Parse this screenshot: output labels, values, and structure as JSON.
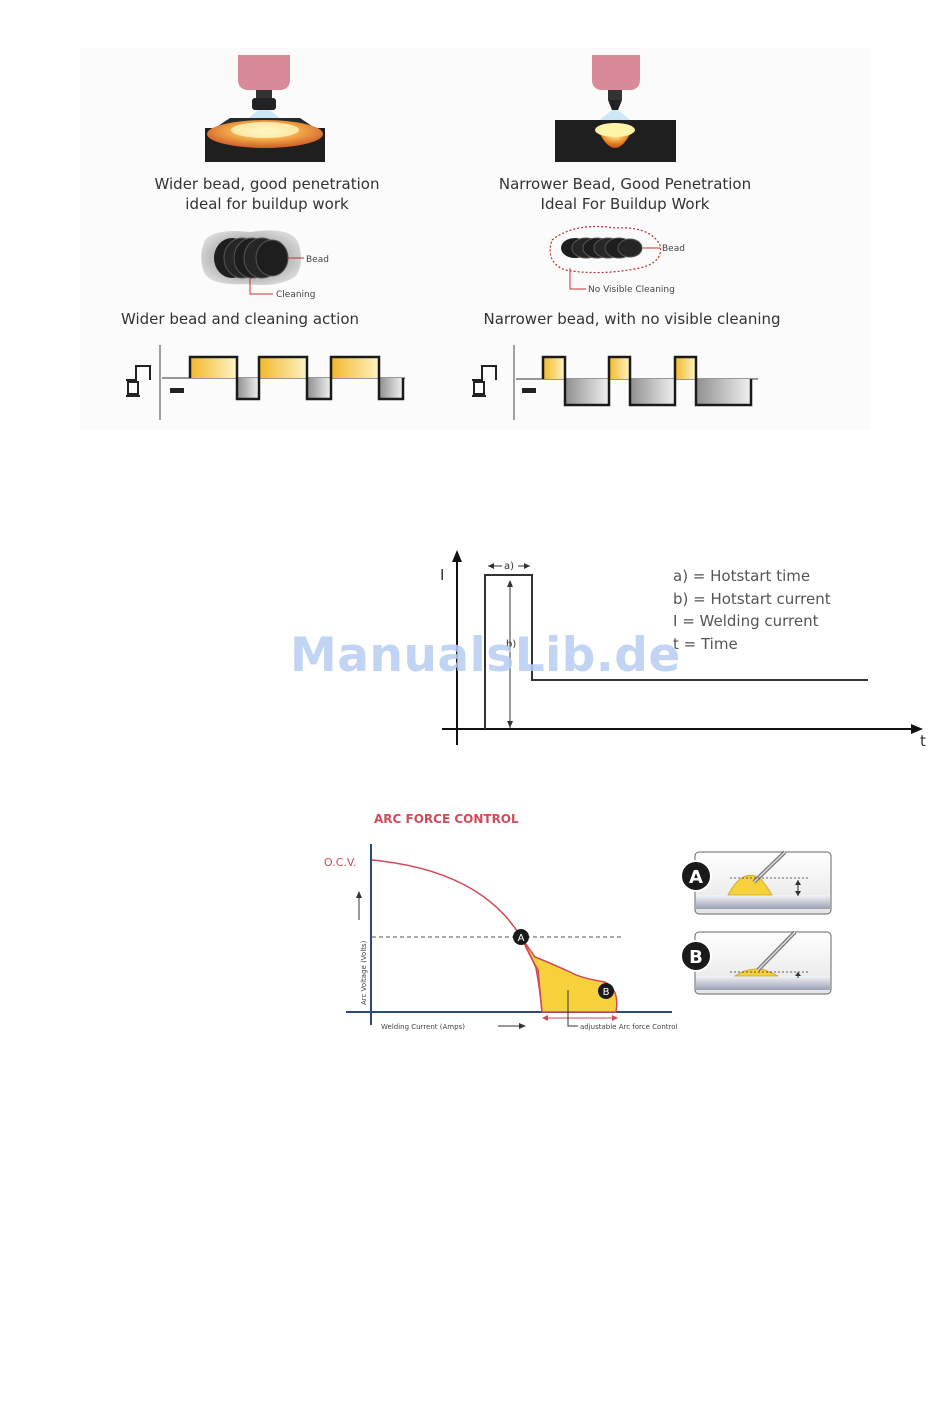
{
  "waveforms": {
    "left": {
      "caption_line1": "Wider bead, good penetration",
      "caption_line2": "ideal for buildup work",
      "bead_label": "Bead",
      "cleaning_label": "Cleaning",
      "caption_bottom": "Wider bead and cleaning action"
    },
    "right": {
      "caption_line1": "Narrower Bead, Good Penetration",
      "caption_line2": "Ideal For Buildup Work",
      "bead_label": "Bead",
      "cleaning_label": "No Visible Cleaning",
      "caption_bottom": "Narrower bead, with no visible cleaning"
    }
  },
  "hotstart": {
    "y_axis_label": "I",
    "x_axis_label": "t",
    "a_marker": "a)",
    "b_marker": "b)",
    "legend": [
      "a) = Hotstart time",
      "b) = Hotstart current",
      "I = Welding current",
      "t = Time"
    ]
  },
  "arcforce": {
    "title": "ARC FORCE CONTROL",
    "ocv_label": "O.C.V.",
    "y_axis_label": "Arc Voltage (Volts)",
    "x_axis_label": "Welding Current (Amps)",
    "point_a": "A",
    "point_b": "B",
    "range_label": "adjustable Arc force Control",
    "inset_a": "A",
    "inset_b": "B"
  },
  "watermark": "ManualsLib.de",
  "colors": {
    "torch": "#d98a99",
    "positive_fill": "#f3c33a",
    "negative_fill": "#a9a9a9",
    "red_curve": "#d04a5a",
    "yellow_area": "#f7d13c",
    "axis_blue": "#2a4a78",
    "watermark": "#b7cdf2"
  }
}
